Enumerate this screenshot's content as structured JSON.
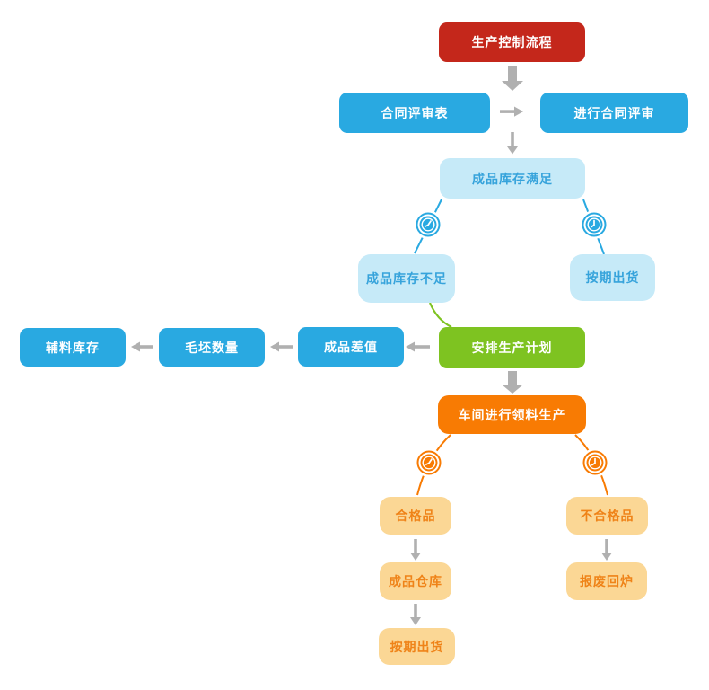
{
  "palette": {
    "red": "#C4271B",
    "blue": "#29A9E1",
    "light_blue_bg": "#C6EAF8",
    "light_blue_text": "#36A3DB",
    "green": "#7EC321",
    "orange": "#F87B03",
    "tan_bg": "#FBD795",
    "tan_text": "#EF8318",
    "arrow_gray": "#B0B0B0",
    "canvas_bg": "#FFFFFF"
  },
  "flowchart": {
    "nodes": {
      "start": {
        "label": "生产控制流程"
      },
      "contract_form": {
        "label": "合同评审表"
      },
      "contract_review": {
        "label": "进行合同评审"
      },
      "stock_ok": {
        "label": "成品库存满足"
      },
      "stock_short": {
        "label": "成品库存不足"
      },
      "ship_top": {
        "label": "按期出货"
      },
      "plan": {
        "label": "安排生产计划"
      },
      "diff": {
        "label": "成品差值"
      },
      "blank_qty": {
        "label": "毛坯数量"
      },
      "aux_stock": {
        "label": "辅料库存"
      },
      "workshop": {
        "label": "车间进行领料生产"
      },
      "qualified": {
        "label": "合格品"
      },
      "unqualified": {
        "label": "不合格品"
      },
      "warehouse": {
        "label": "成品仓库"
      },
      "scrap": {
        "label": "报废回炉"
      },
      "ship_bottom": {
        "label": "按期出货"
      }
    },
    "icons": {
      "branch_marker": "clock-icon"
    }
  }
}
